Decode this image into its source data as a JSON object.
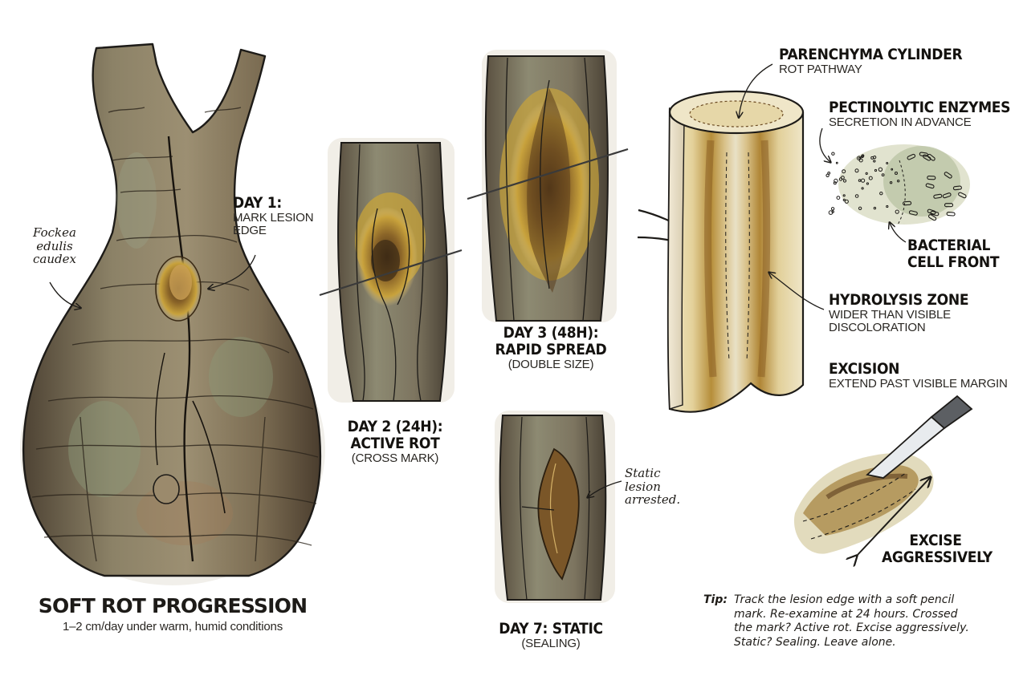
{
  "main_title": "SOFT ROT PROGRESSION",
  "main_subtitle": "1–2 cm/day under warm, humid conditions",
  "caudex_label": [
    "Fockea",
    "edulis",
    "caudex"
  ],
  "day1": {
    "title": "DAY 1:",
    "sub": [
      "MARK LESION",
      "EDGE"
    ]
  },
  "day2": {
    "title": [
      "DAY 2 (24H):",
      "ACTIVE ROT"
    ],
    "sub": "(CROSS MARK)"
  },
  "day3": {
    "title": [
      "DAY 3 (48H):",
      "RAPID SPREAD"
    ],
    "sub": "(DOUBLE SIZE)"
  },
  "day7": {
    "title": "DAY 7: STATIC",
    "sub": "(SEALING)",
    "note": [
      "Static",
      "lesion",
      "arrested."
    ]
  },
  "parenchyma": {
    "title": "PARENCHYMA CYLINDER",
    "sub": "ROT PATHWAY"
  },
  "pectinolytic": {
    "title": "PECTINOLYTIC ENZYMES",
    "sub": "SECRETION IN ADVANCE"
  },
  "bacterial": {
    "title": [
      "BACTERIAL",
      "CELL FRONT"
    ]
  },
  "hydrolysis": {
    "title": "HYDROLYSIS ZONE",
    "sub": [
      "WIDER THAN VISIBLE",
      "DISCOLORATION"
    ]
  },
  "excision": {
    "title": "EXCISION",
    "sub": "EXTEND PAST VISIBLE MARGIN"
  },
  "excise": {
    "title": [
      "EXCISE",
      "AGGRESSIVELY"
    ]
  },
  "tip": {
    "label": "Tip:",
    "lines": [
      "Track the lesion edge with a soft pencil",
      "mark. Re-examine at 24 hours. Crossed",
      "the mark? Active rot. Excise aggressively.",
      "Static? Sealing. Leave alone."
    ]
  },
  "colors": {
    "bark_dark": "#5a4a36",
    "bark_mid": "#8a7a5e",
    "rot_yellow": "#c9a43a",
    "rot_brown": "#6b4a22",
    "moss": "#8c9a7a",
    "ink": "#1d1b18"
  }
}
